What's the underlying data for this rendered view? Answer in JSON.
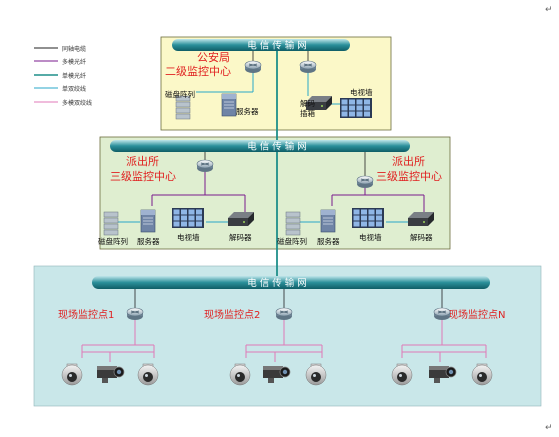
{
  "legend": [
    {
      "label": "同轴电缆",
      "color": "#222222"
    },
    {
      "label": "多模光纤",
      "color": "#7a1a8c"
    },
    {
      "label": "单模光纤",
      "color": "#1f8f8a"
    },
    {
      "label": "单双绞线",
      "color": "#2aa7c9"
    },
    {
      "label": "多模双绞线",
      "color": "#e07ab8"
    }
  ],
  "network_label": "电 信 传 输 网",
  "center": {
    "title_line1": "公安局",
    "title_line2": "二级监控中心",
    "disk_array": "磁盘阵列",
    "server": "服务器",
    "decoder_line1": "解码",
    "decoder_line2": "插箱",
    "tv_wall": "电视墙"
  },
  "stations": [
    {
      "title_line1": "派出所",
      "title_line2": "三级监控中心",
      "disk_array": "磁盘阵列",
      "server": "服务器",
      "tv_wall": "电视墙",
      "decoder": "解码器"
    },
    {
      "title_line1": "派出所",
      "title_line2": "三级监控中心",
      "disk_array": "磁盘阵列",
      "server": "服务器",
      "tv_wall": "电视墙",
      "decoder": "解码器"
    }
  ],
  "sites": [
    {
      "label": "现场监控点1"
    },
    {
      "label": "现场监控点2"
    },
    {
      "label": "现场监控点N"
    }
  ],
  "paragraph_mark": "↵",
  "colors": {
    "center_bg": "#fbf8c8",
    "station_bg": "#dfeed0",
    "field_bg": "#c9e7e9",
    "title_red": "#e02020",
    "trunk_teal": "#1f8f8a",
    "network_bar": "#2a8f9a"
  }
}
